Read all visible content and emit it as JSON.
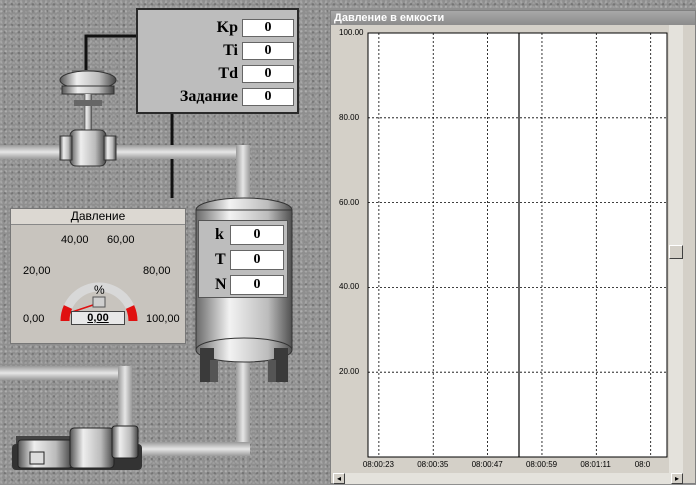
{
  "pid": {
    "kp_label": "Kp",
    "kp_value": "0",
    "ti_label": "Ti",
    "ti_value": "0",
    "td_label": "Td",
    "td_value": "0",
    "setpoint_label": "Задание",
    "setpoint_value": "0"
  },
  "tank": {
    "k_label": "k",
    "k_value": "0",
    "t_label": "T",
    "t_value": "0",
    "n_label": "N",
    "n_value": "0"
  },
  "gauge": {
    "title": "Давление",
    "ticks": [
      "0,00",
      "20,00",
      "40,00",
      "60,00",
      "80,00",
      "100,00"
    ],
    "unit": "%",
    "value": "0,00",
    "reading": 0
  },
  "chart": {
    "title": "Давление в емкости"
  },
  "chart_data": {
    "type": "line",
    "title": "Давление в емкости",
    "xlabel": "",
    "ylabel": "",
    "ylim": [
      0,
      100
    ],
    "y_ticks": [
      "100.00",
      "80.00",
      "60.00",
      "40.00",
      "20.00"
    ],
    "x_ticks": [
      "08:00:23",
      "08:00:35",
      "08:00:47",
      "08:00:59",
      "08:01:11",
      "08:0"
    ],
    "grid": true,
    "series": []
  },
  "colors": {
    "chart_bg": "#ffffff",
    "gauge_red": "#e01010",
    "pipe": "#c8c8c8"
  }
}
